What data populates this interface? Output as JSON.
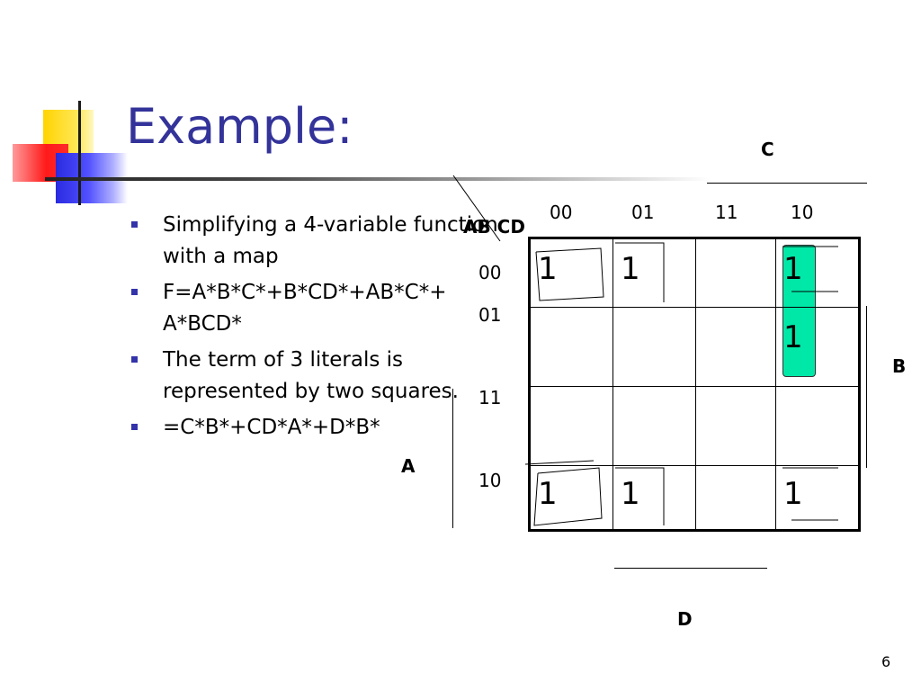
{
  "slide": {
    "title": "Example:",
    "page_number": "6",
    "bullets": [
      "Simplifying a 4-variable function with a map",
      "F=A*B*C*+B*CD*+AB*C*+ A*BCD*",
      "The term of 3 literals is represented by two squares.",
      "=C*B*+CD*A*+D*B*"
    ]
  },
  "kmap": {
    "corner_label": "AB  CD",
    "col_headers": [
      "00",
      "01",
      "11",
      "10"
    ],
    "row_headers": [
      "00",
      "01",
      "11",
      "10"
    ],
    "cells": [
      [
        "1",
        "1",
        "",
        "1"
      ],
      [
        "",
        "",
        "",
        "1"
      ],
      [
        "",
        "",
        "",
        ""
      ],
      [
        "1",
        "1",
        "",
        "1"
      ]
    ],
    "var_labels": {
      "A": "A",
      "B": "B",
      "C": "C",
      "D": "D"
    },
    "highlight_color": "#00e8a8"
  },
  "colors": {
    "title": "#33339a",
    "bullet": "#3333aa",
    "logo_yellow": "#ffd400",
    "logo_red": "#ff1a1a",
    "logo_blue": "#2a2ae0"
  }
}
